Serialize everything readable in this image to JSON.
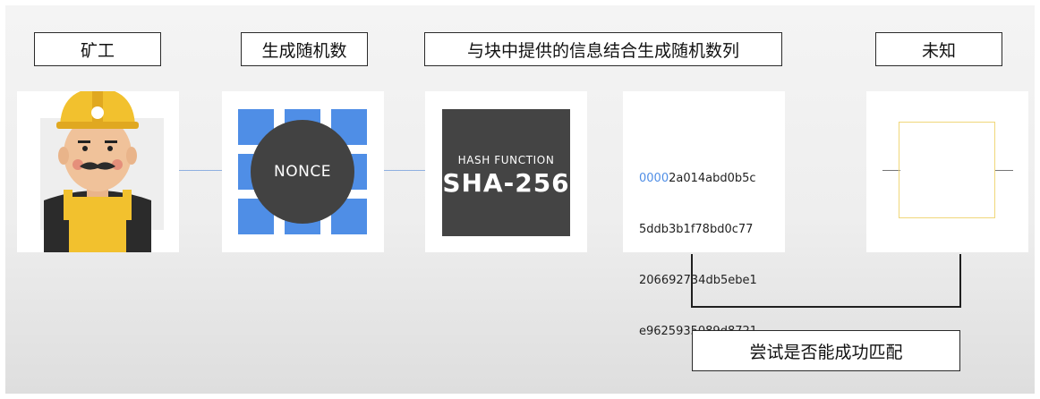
{
  "labels": {
    "miner": "矿工",
    "generate_random": "生成随机数",
    "combine": "与块中提供的信息结合生成随机数列",
    "unknown": "未知",
    "try_match": "尝试是否能成功匹配"
  },
  "nonce": {
    "text": "NONCE"
  },
  "hash_function": {
    "line1": "HASH FUNCTION",
    "line2": "SHA-256"
  },
  "hash_output": {
    "leading_zeros": "0000",
    "line1_rest": "2a014abd0b5c",
    "line2": "5ddb3b1f78bd0c77",
    "line3": "206692734db5ebe1",
    "line4": "e9625935089d8721"
  },
  "colors": {
    "accent_blue": "#4f8ee6",
    "dark_gray": "#444444",
    "target_yellow": "#f0d77a",
    "helmet_yellow": "#f2c12e"
  },
  "icons": [
    "miner-figure",
    "nonce-grid",
    "target-box"
  ]
}
